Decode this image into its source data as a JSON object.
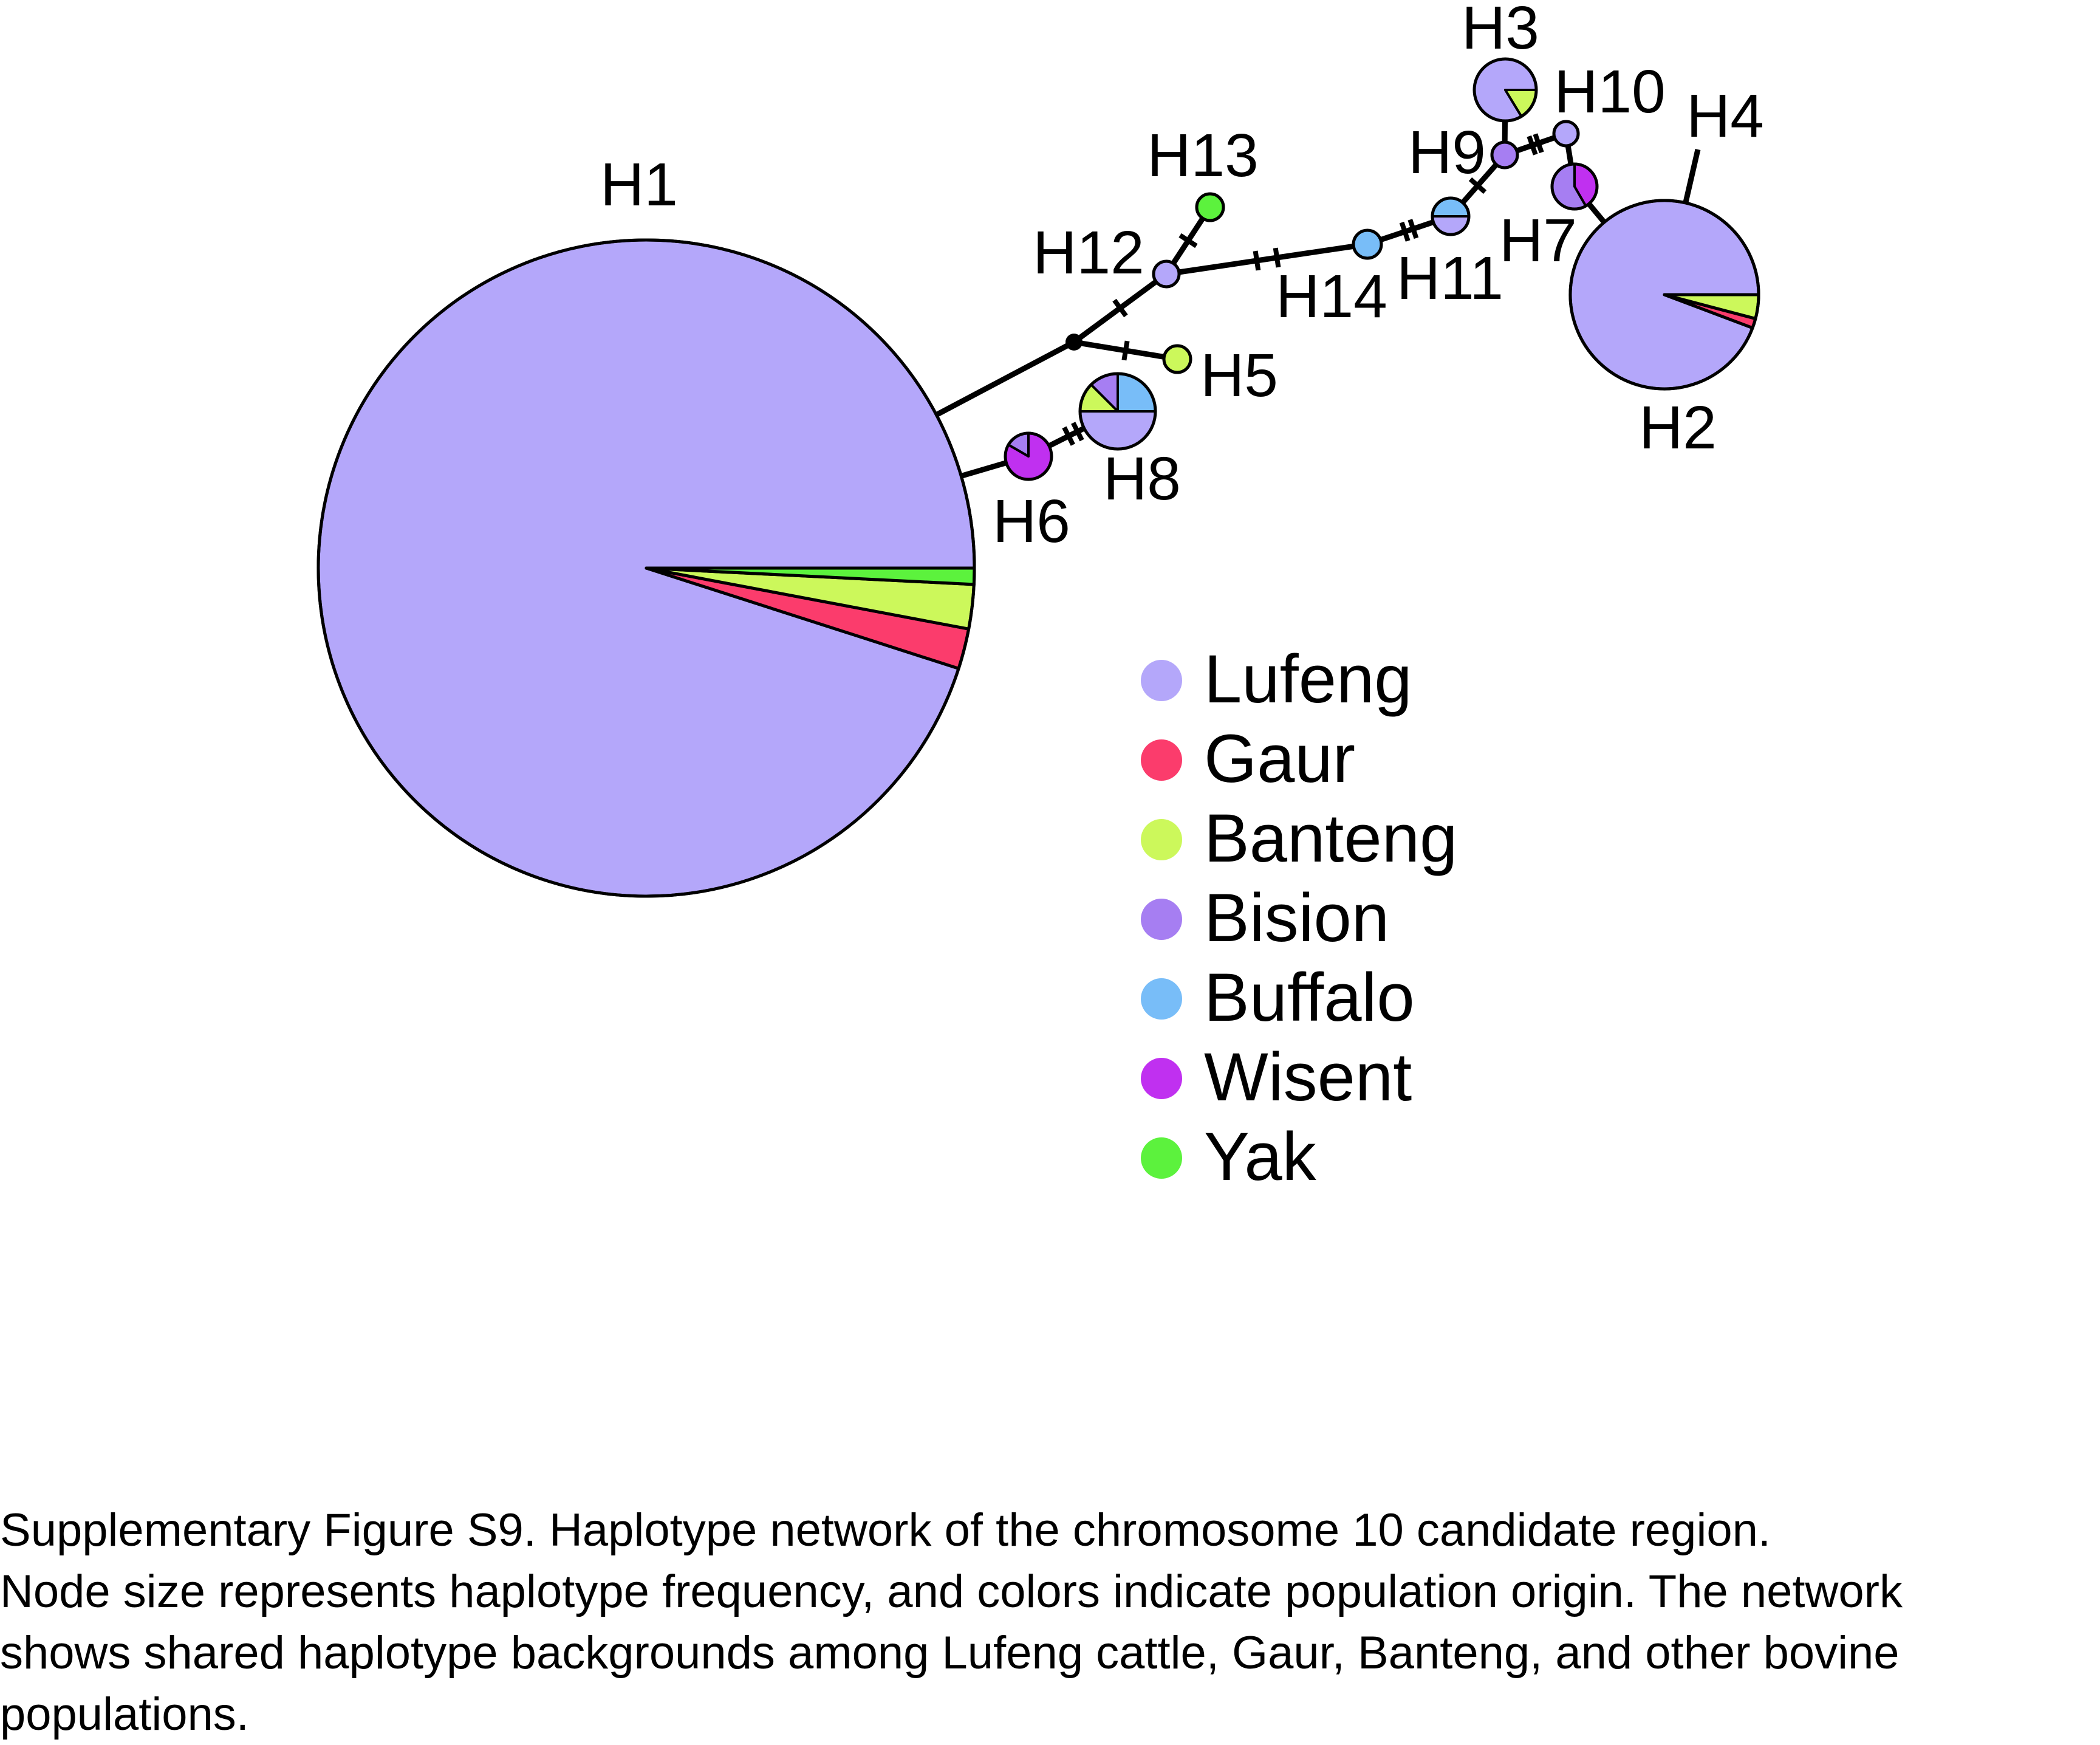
{
  "legend": [
    {
      "label": "Lufeng",
      "color": "#b4a7fa"
    },
    {
      "label": "Gaur",
      "color": "#fb3c6c"
    },
    {
      "label": "Banteng",
      "color": "#ccf85b"
    },
    {
      "label": "Bision",
      "color": "#a67ef2"
    },
    {
      "label": "Buffalo",
      "color": "#78bdf8"
    },
    {
      "label": "Wisent",
      "color": "#c030f0"
    },
    {
      "label": "Yak",
      "color": "#5cf23d"
    }
  ],
  "haplotypes": [
    {
      "id": "H1",
      "label": "H1",
      "counts": {
        "Lufeng": 48,
        "Gaur": 1,
        "Banteng": 1.1,
        "Yak": 0.4
      }
    },
    {
      "id": "H2",
      "label": "H2",
      "counts": {
        "Lufeng": 23,
        "Gaur": 0.4,
        "Banteng": 1
      }
    },
    {
      "id": "H3",
      "label": "H3",
      "counts": {
        "Lufeng": 3.6,
        "Banteng": 0.7
      }
    },
    {
      "id": "H4",
      "label": "H4",
      "counts": {}
    },
    {
      "id": "H5",
      "label": "H5",
      "counts": {
        "Banteng": 1
      }
    },
    {
      "id": "H6",
      "label": "H6",
      "counts": {
        "Wisent": 2.5,
        "Bision": 0.5
      }
    },
    {
      "id": "H7",
      "label": "H7",
      "counts": {
        "Wisent": 1,
        "Bision": 1.4
      }
    },
    {
      "id": "H8",
      "label": "H8",
      "counts": {
        "Lufeng": 2,
        "Buffalo": 1,
        "Bision": 0.5,
        "Banteng": 0.5
      }
    },
    {
      "id": "H9",
      "label": "H9",
      "counts": {
        "Bision": 1
      }
    },
    {
      "id": "H10",
      "label": "H10",
      "counts": {
        "Lufeng": 1
      }
    },
    {
      "id": "H11",
      "label": "H11",
      "counts": {
        "Buffalo": 1,
        "Lufeng": 1
      }
    },
    {
      "id": "H12",
      "label": "H12",
      "counts": {
        "Lufeng": 1
      }
    },
    {
      "id": "H13",
      "label": "H13",
      "counts": {
        "Yak": 1
      }
    },
    {
      "id": "H14",
      "label": "H14",
      "counts": {
        "Buffalo": 1
      }
    }
  ],
  "links": [
    {
      "from": "H1",
      "to": "median",
      "steps": 0
    },
    {
      "from": "median",
      "to": "H12",
      "steps": 1
    },
    {
      "from": "median",
      "to": "H5",
      "steps": 1
    },
    {
      "from": "H12",
      "to": "H13",
      "steps": 1
    },
    {
      "from": "H12",
      "to": "H14",
      "steps": 2
    },
    {
      "from": "H14",
      "to": "H11",
      "steps": 2
    },
    {
      "from": "H11",
      "to": "H9",
      "steps": 1
    },
    {
      "from": "H9",
      "to": "H3",
      "steps": 0
    },
    {
      "from": "H9",
      "to": "H10",
      "steps": 2
    },
    {
      "from": "H10",
      "to": "H7",
      "steps": 0
    },
    {
      "from": "H7",
      "to": "H2",
      "steps": 0
    },
    {
      "from": "H2",
      "to": "H4",
      "steps": 0
    },
    {
      "from": "H1",
      "to": "H6",
      "steps": 0
    },
    {
      "from": "H6",
      "to": "H8",
      "steps": 2
    }
  ],
  "caption": [
    "Supplementary Figure S9. Haplotype network of the chromosome 10 candidate region.",
    "Node size represents haplotype frequency, and colors indicate population origin. The network",
    "shows shared haplotype backgrounds among Lufeng cattle, Gaur, Banteng, and other bovine",
    "populations."
  ]
}
